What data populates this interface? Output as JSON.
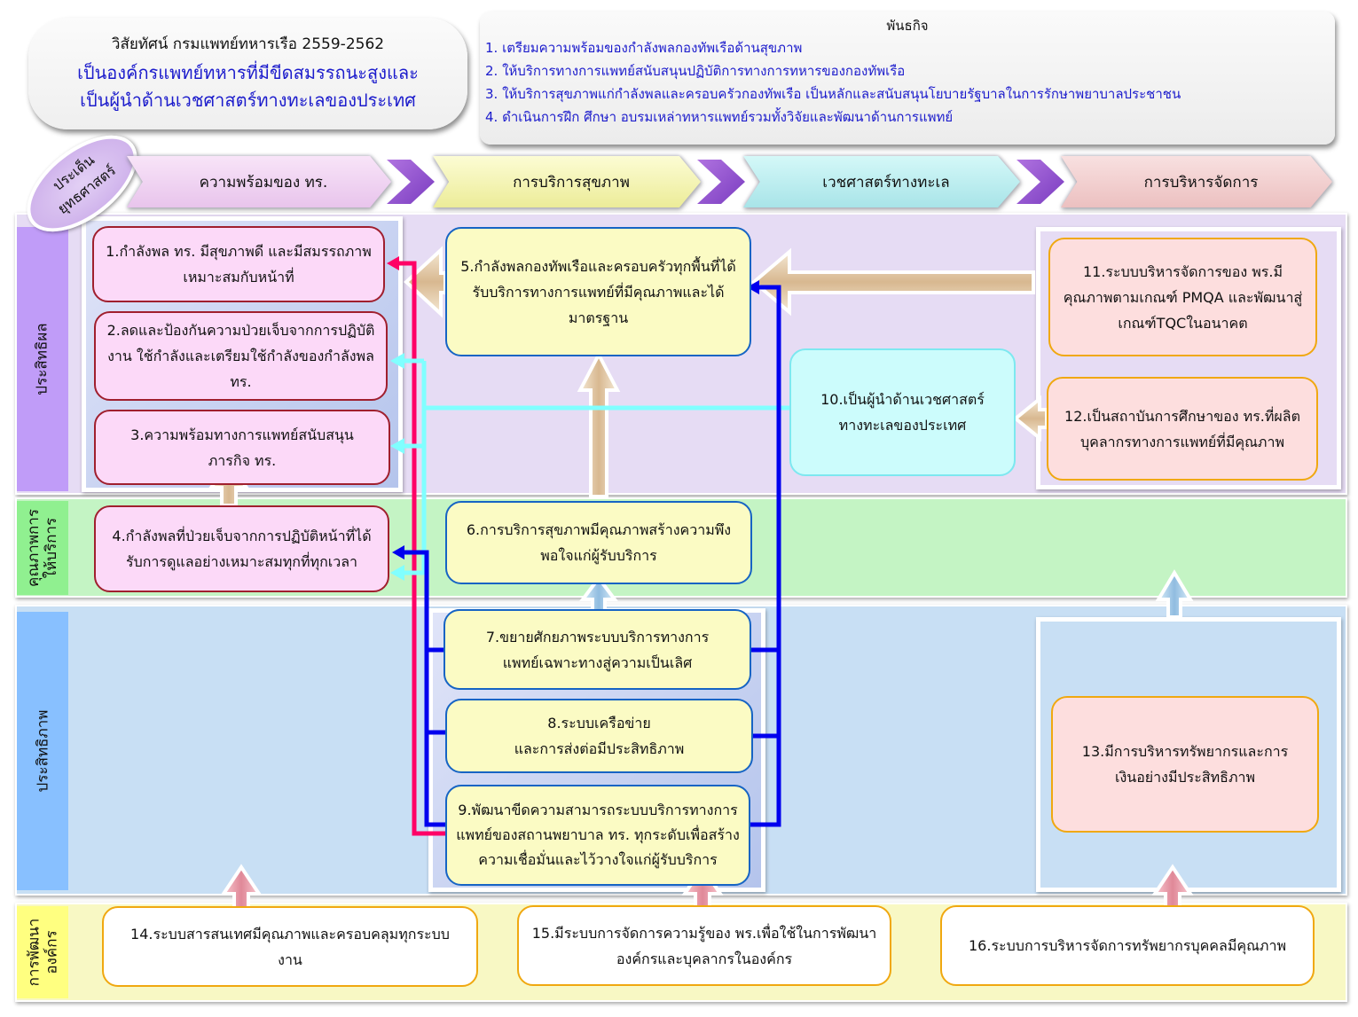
{
  "vision": {
    "title": "วิสัยทัศน์ กรมแพทย์ทหารเรือ 2559-2562",
    "line1": "เป็นองค์กรแพทย์ทหารที่มีขีดสมรรถนะสูงและ",
    "line2": "เป็นผู้นำด้านเวชศาสตร์ทางทะเลของประเทศ"
  },
  "mission": {
    "title": "พันธกิจ",
    "items": [
      "1. เตรียมความพร้อมของกำลังพลกองทัพเรือด้านสุขภาพ",
      "2. ให้บริการทางการแพทย์สนับสนุนปฏิบัติการทางการทหารของกองทัพเรือ",
      "3. ให้บริการสุขภาพแก่กำลังพลและครอบครัวกองทัพเรือ เป็นหลักและสนับสนุนโยบายรัฐบาลในการรักษาพยาบาลประชาชน",
      "4. ดำเนินการฝึก ศึกษา อบรมเหล่าทหารแพทย์รวมทั้งวิจัยและพัฒนาด้านการแพทย์"
    ]
  },
  "strategic_issue_label": {
    "line1": "ประเด็น",
    "line2": "ยุทธศาสตร์"
  },
  "strategic_issues": [
    {
      "label": "ความพร้อมของ ทร.",
      "color": "#f4d4f4"
    },
    {
      "label": "การบริการสุขภาพ",
      "color": "#f8f8c4"
    },
    {
      "label": "เวชศาสตร์ทางทะเล",
      "color": "#c8f4f4"
    },
    {
      "label": "การบริหารจัดการ",
      "color": "#f4d4d4"
    }
  ],
  "perspectives": [
    {
      "label": "ประสิทธิผล",
      "color": "#c09cf8"
    },
    {
      "label": "คุณภาพการ ให้บริการ",
      "line1": "คุณภาพการ",
      "line2": "ให้บริการ",
      "color": "#90f090"
    },
    {
      "label": "ประสิทธิภาพ",
      "color": "#88c0ff"
    },
    {
      "label": "การพัฒนา องค์กร",
      "line1": "การพัฒนา",
      "line2": "องค์กร",
      "color": "#ffff80"
    }
  ],
  "objectives": {
    "o1": "1.กำลังพล ทร. มีสุขภาพดี และมีสมรรถภาพเหมาะสมกับหน้าที่",
    "o2": "2.ลดและป้องกันความป่วยเจ็บจากการปฏิบัติงาน ใช้กำลังและเตรียมใช้กำลังของกำลังพล ทร.",
    "o3": "3.ความพร้อมทางการแพทย์สนับสนุนภารกิจ ทร.",
    "o4": "4.กำลังพลที่ป่วยเจ็บจากการปฏิบัติหน้าที่ได้รับการดูแลอย่างเหมาะสมทุกที่ทุกเวลา",
    "o5": "5.กำลังพลกองทัพเรือและครอบครัวทุกพื้นที่ได้รับบริการทางการแพทย์ที่มีคุณภาพและได้มาตรฐาน",
    "o6": "6.การบริการสุขภาพมีคุณภาพสร้างความพึงพอใจแก่ผู้รับบริการ",
    "o7": "7.ขยายศักยภาพระบบบริการทางการแพทย์เฉพาะทางสู่ความเป็นเลิศ",
    "o8a": "8.ระบบเครือข่าย",
    "o8b": "และการส่งต่อมีประสิทธิภาพ",
    "o9": "9.พัฒนาขีดความสามารถระบบบริการทางการแพทย์ของสถานพยาบาล ทร. ทุกระดับเพื่อสร้างความเชื่อมั่นและไว้วางใจแก่ผู้รับบริการ",
    "o10": "10.เป็นผู้นำด้านเวชศาสตร์ทางทะเลของประเทศ",
    "o11": "11.ระบบบริหารจัดการของ พร.มีคุณภาพตามเกณฑ์ PMQA และพัฒนาสู่เกณฑ์TQCในอนาคต",
    "o12": "12.เป็นสถาบันการศึกษาของ ทร.ที่ผลิตบุคลากรทางการแพทย์ที่มีคุณภาพ",
    "o13": "13.มีการบริหารทรัพยากรและการเงินอย่างมีประสิทธิภาพ",
    "o14": "14.ระบบสารสนเทศมีคุณภาพและครอบคลุมทุกระบบงาน",
    "o15": "15.มีระบบการจัดการความรู้ของ พร.เพื่อใช้ในการพัฒนาองค์กรและบุคลากรในองค์กร",
    "o16": "16.ระบบการบริหารจัดการทรัพยากรบุคคลมีคุณภาพ"
  },
  "colors": {
    "link_pink": "#ff0066",
    "link_cyan": "#80ffff",
    "link_blue": "#0000ee",
    "arrow_tan": "#e8d4b0",
    "arrow_blue": "#b8d8f0",
    "arrow_pink": "#f0a0b0"
  }
}
